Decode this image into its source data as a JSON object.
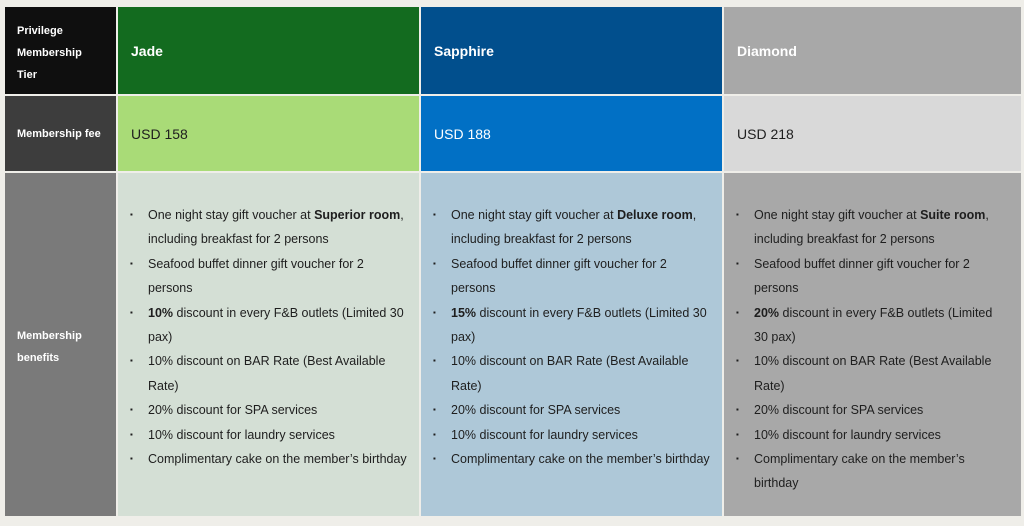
{
  "labels": {
    "tier": "Privilege Membership Tier",
    "fee": "Membership fee",
    "benefits": "Membership benefits"
  },
  "colors": {
    "jade_header": "#136b1f",
    "jade_fee": "#a9db77",
    "jade_benefits": "#d4dfd5",
    "sapphire_header": "#014f8d",
    "sapphire_fee": "#0170c5",
    "sapphire_benefits": "#aec8d8",
    "diamond_header": "#a8a8a8",
    "diamond_fee": "#d9d9d9",
    "diamond_benefits": "#a8a8a8"
  },
  "tiers": [
    {
      "name": "Jade",
      "fee": "USD 158",
      "benefits": [
        {
          "pre": "One night stay gift voucher at ",
          "bold": "Superior room",
          "post": ", including breakfast for 2 persons"
        },
        {
          "pre": "Seafood buffet dinner gift voucher for 2 persons",
          "bold": "",
          "post": ""
        },
        {
          "pre": "",
          "bold": "10%",
          "post": " discount in every F&B outlets (Limited 30 pax)"
        },
        {
          "pre": "10% discount on BAR Rate (Best Available Rate)",
          "bold": "",
          "post": ""
        },
        {
          "pre": "20% discount for SPA services",
          "bold": "",
          "post": ""
        },
        {
          "pre": "10% discount for laundry services",
          "bold": "",
          "post": ""
        },
        {
          "pre": "Complimentary cake on the member’s birthday",
          "bold": "",
          "post": ""
        }
      ]
    },
    {
      "name": "Sapphire",
      "fee": "USD 188",
      "benefits": [
        {
          "pre": "One night stay gift voucher at ",
          "bold": "Deluxe room",
          "post": ", including breakfast for 2 persons"
        },
        {
          "pre": "Seafood buffet dinner gift voucher for 2 persons",
          "bold": "",
          "post": ""
        },
        {
          "pre": "",
          "bold": "15%",
          "post": " discount in every F&B outlets (Limited 30 pax)"
        },
        {
          "pre": "10% discount on BAR Rate (Best Available Rate)",
          "bold": "",
          "post": ""
        },
        {
          "pre": "20% discount for SPA services",
          "bold": "",
          "post": ""
        },
        {
          "pre": "10% discount for laundry services",
          "bold": "",
          "post": ""
        },
        {
          "pre": "Complimentary cake on the member’s birthday",
          "bold": "",
          "post": ""
        }
      ]
    },
    {
      "name": "Diamond",
      "fee": "USD 218",
      "benefits": [
        {
          "pre": "One night stay gift voucher at ",
          "bold": "Suite room",
          "post": ", including breakfast for 2 persons"
        },
        {
          "pre": "Seafood buffet dinner gift voucher for 2 persons",
          "bold": "",
          "post": ""
        },
        {
          "pre": "",
          "bold": "20%",
          "post": " discount in every F&B outlets (Limited 30 pax)"
        },
        {
          "pre": "10% discount on BAR Rate (Best Available Rate)",
          "bold": "",
          "post": ""
        },
        {
          "pre": "20% discount for SPA services",
          "bold": "",
          "post": ""
        },
        {
          "pre": "10% discount for laundry services",
          "bold": "",
          "post": ""
        },
        {
          "pre": "Complimentary cake on the member’s birthday",
          "bold": "",
          "post": ""
        }
      ]
    }
  ]
}
